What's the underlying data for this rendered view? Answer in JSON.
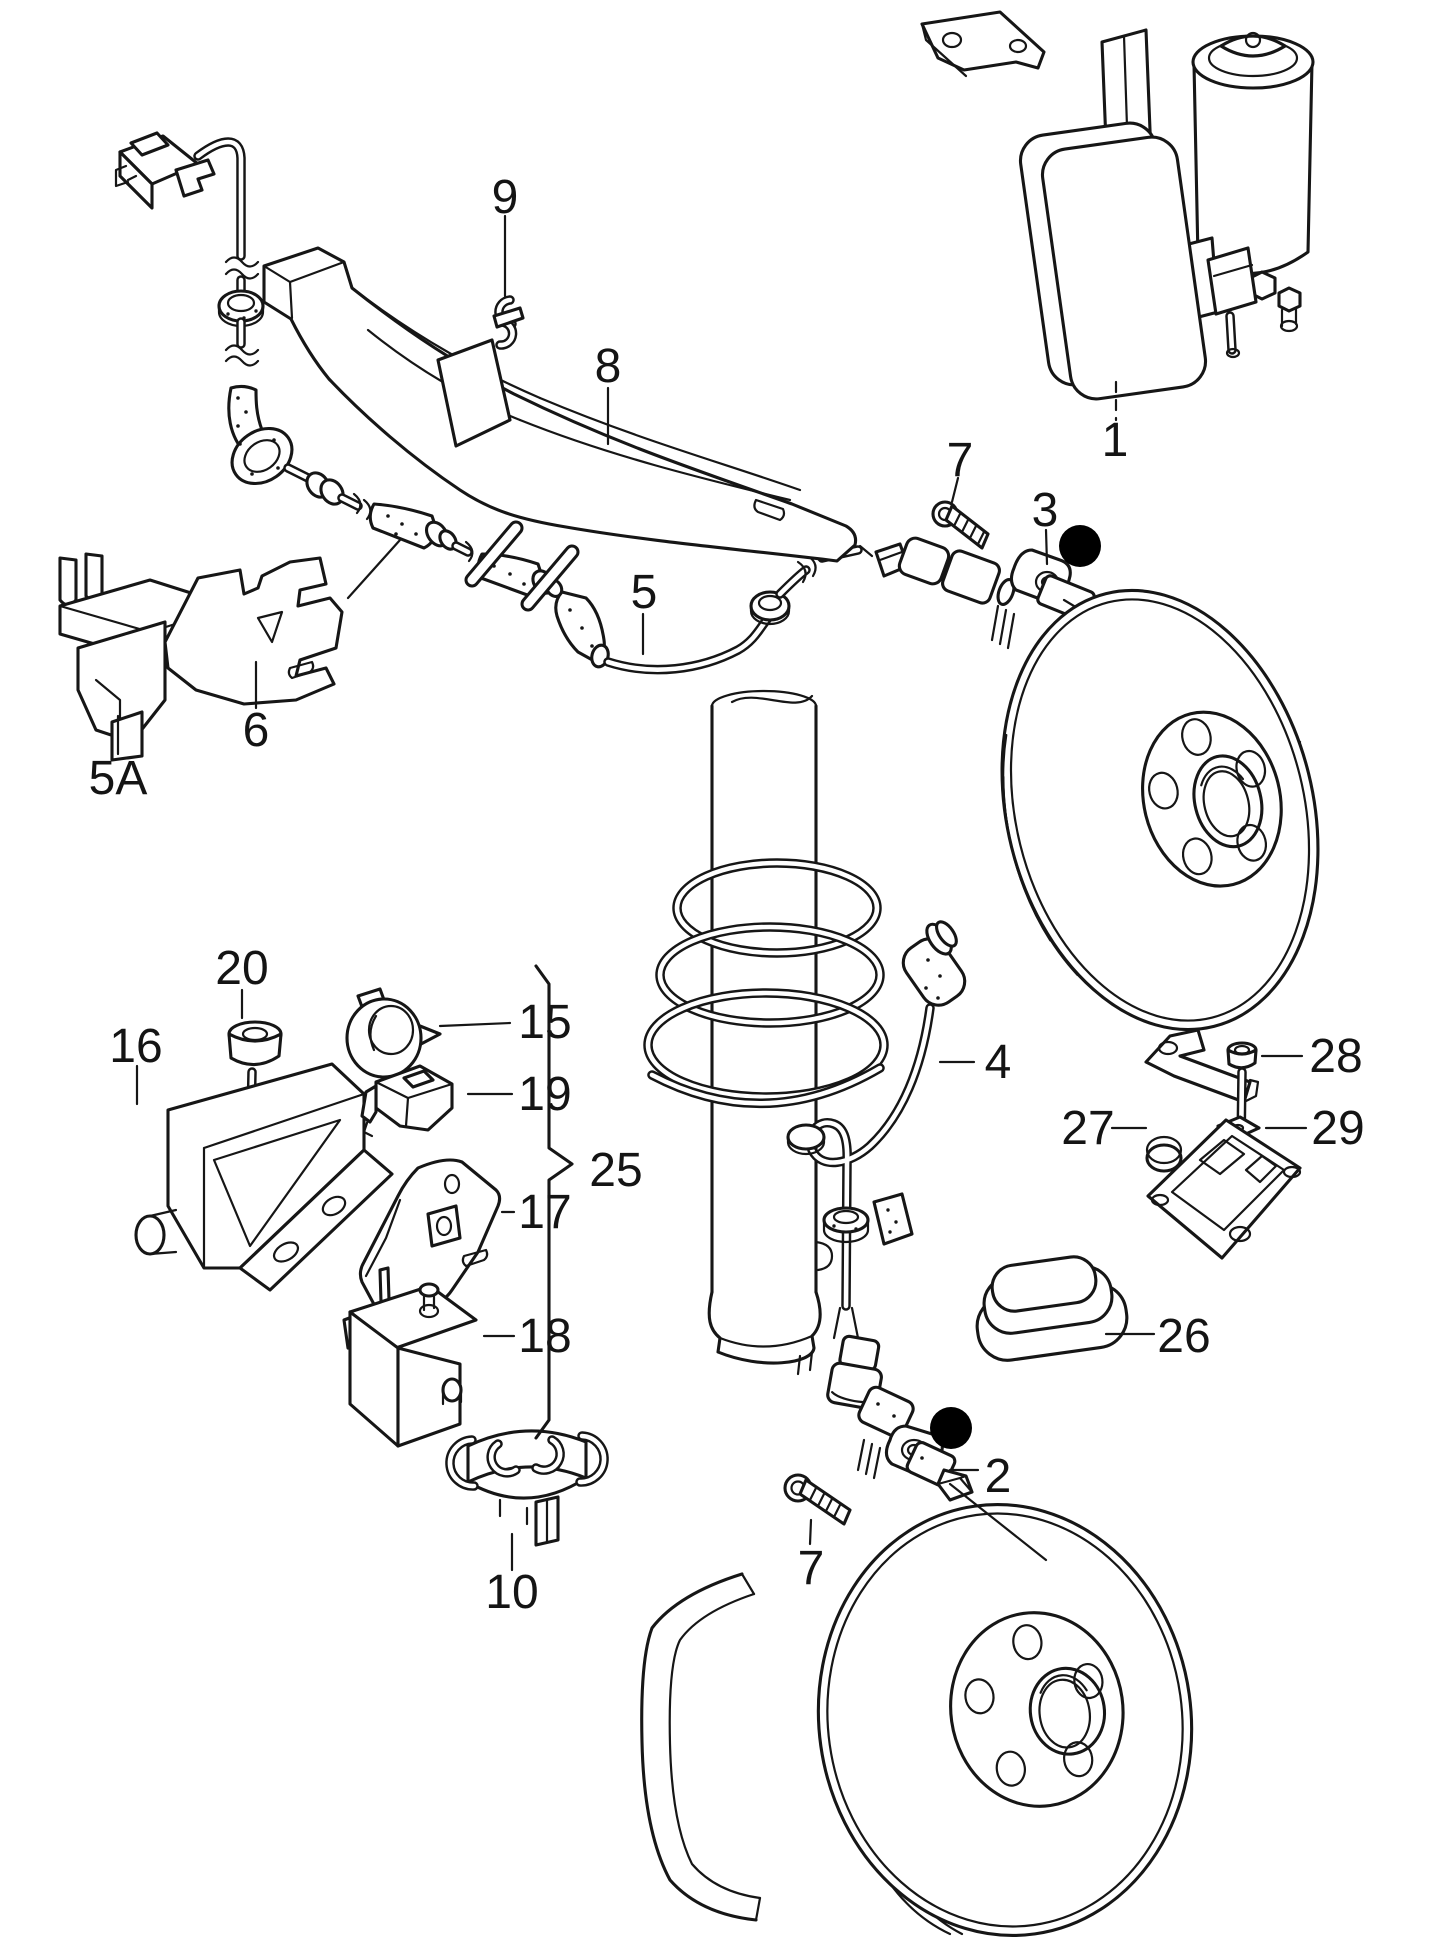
{
  "diagram": {
    "kind": "exploded-parts-line-drawing",
    "subject": "ABS wheel speed sensors, brake discs, strut and mounting hardware",
    "colors": {
      "ink": "#161616",
      "background": "#ffffff",
      "marker_dot": "#000000"
    },
    "labels": {
      "1": {
        "text": "1"
      },
      "2": {
        "text": "2"
      },
      "3": {
        "text": "3"
      },
      "4": {
        "text": "4"
      },
      "5": {
        "text": "5"
      },
      "5A": {
        "text": "5A"
      },
      "6": {
        "text": "6"
      },
      "7a": {
        "text": "7"
      },
      "7b": {
        "text": "7"
      },
      "8": {
        "text": "8"
      },
      "9": {
        "text": "9"
      },
      "10": {
        "text": "10"
      },
      "15": {
        "text": "15"
      },
      "16": {
        "text": "16"
      },
      "17": {
        "text": "17"
      },
      "18": {
        "text": "18"
      },
      "19": {
        "text": "19"
      },
      "20": {
        "text": "20"
      },
      "25": {
        "text": "25"
      },
      "26": {
        "text": "26"
      },
      "27": {
        "text": "27"
      },
      "28": {
        "text": "28"
      },
      "29": {
        "text": "29"
      }
    },
    "markers": [
      {
        "name": "filled-circle-marker-near-part-3"
      },
      {
        "name": "filled-circle-marker-near-part-2"
      }
    ]
  }
}
